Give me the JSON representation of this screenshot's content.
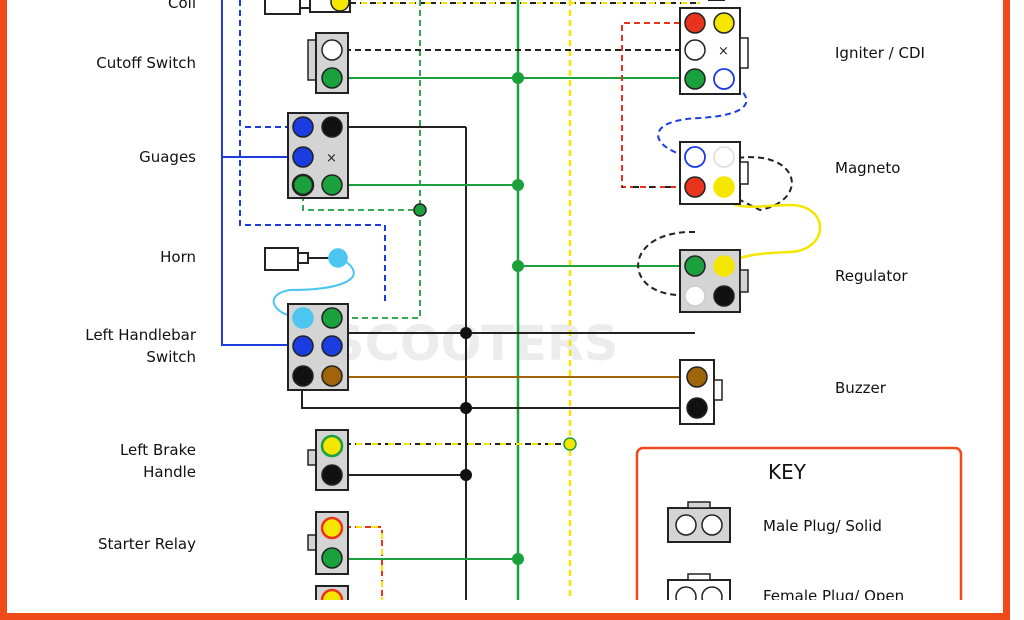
{
  "components_left": {
    "coil": "Coil",
    "cutoff_switch": "Cutoff Switch",
    "guages": "Guages",
    "horn": "Horn",
    "left_handlebar_switch_1": "Left Handlebar",
    "left_handlebar_switch_2": "Switch",
    "left_brake_1": "Left Brake",
    "left_brake_2": "Handle",
    "starter_relay": "Starter Relay"
  },
  "components_right": {
    "igniter": "Igniter / CDI",
    "magneto": "Magneto",
    "regulator": "Regulator",
    "buzzer": "Buzzer"
  },
  "key": {
    "title": "KEY",
    "male": "Male Plug/ Solid",
    "female": "Female Plug/ Open"
  },
  "watermark": "SCOOTERS",
  "colors": {
    "frame": "#f04a1a",
    "green": "#1aa03c",
    "yellow": "#f5e600",
    "blue": "#1a3ce0",
    "light_blue": "#4cc6f0",
    "red": "#e8341c",
    "brown": "#a0640a",
    "black": "#111111",
    "plug_fill": "#d4d4d4"
  }
}
